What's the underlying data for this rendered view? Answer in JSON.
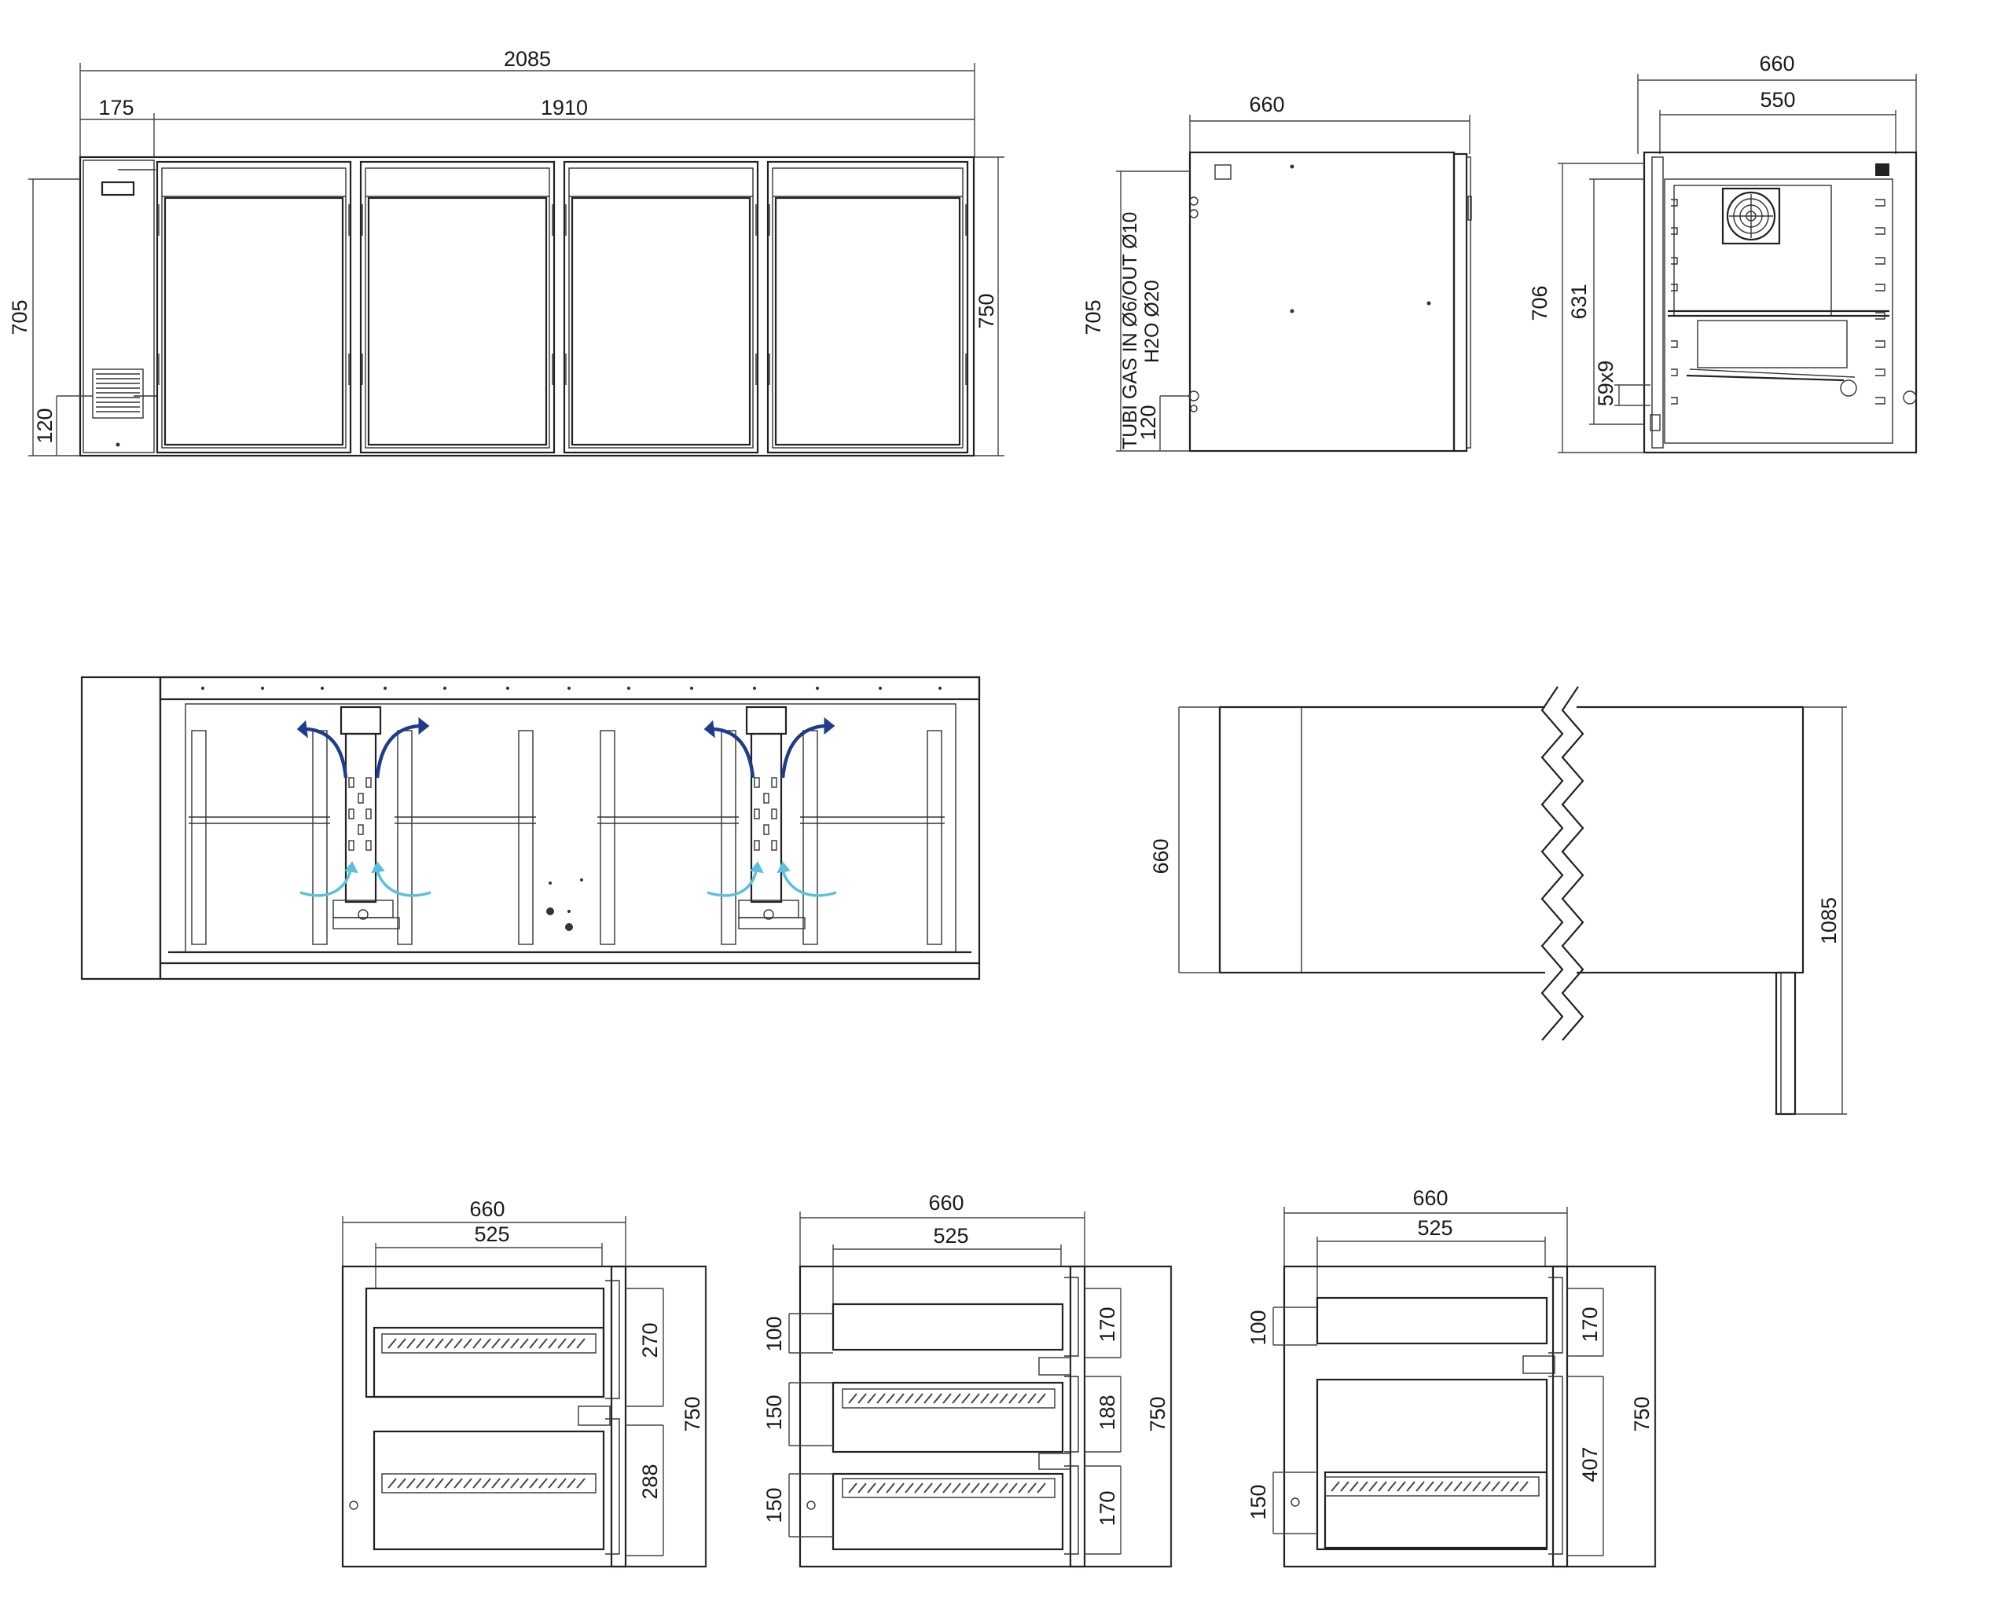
{
  "front_view": {
    "dim_total_width": "2085",
    "dim_compressor_width": "175",
    "dim_doors_width": "1910",
    "dim_height_body": "705",
    "dim_height_total": "750",
    "dim_vent_height": "120",
    "door_count": 4
  },
  "side_view": {
    "dim_depth": "660",
    "dim_height": "705",
    "dim_conn_height": "120",
    "note_gas": "TUBI GAS IN Ø6/OUT Ø10",
    "note_water": "H2O Ø20"
  },
  "section_view": {
    "dim_depth_total": "660",
    "dim_inner_width": "550",
    "dim_height": "706",
    "dim_inner_height": "631",
    "dim_rail": "59x9"
  },
  "top_view": {
    "fan_units": 2,
    "colors": {
      "air_in": "#5bc0de",
      "air_out": "#1f3c8a"
    }
  },
  "plan_view": {
    "dim_depth": "660",
    "dim_length_with_leg": "1085"
  },
  "drawer_configs": [
    {
      "dim_width": "660",
      "dim_inner": "525",
      "dim_height": "750",
      "side_dims": [
        "270",
        "288"
      ],
      "left_dims": []
    },
    {
      "dim_width": "660",
      "dim_inner": "525",
      "dim_height": "750",
      "side_dims": [
        "170",
        "188",
        "170"
      ],
      "left_dims": [
        "100",
        "150",
        "150"
      ]
    },
    {
      "dim_width": "660",
      "dim_inner": "525",
      "dim_height": "750",
      "side_dims": [
        "170",
        "407"
      ],
      "left_dims": [
        "100",
        "150"
      ]
    }
  ]
}
